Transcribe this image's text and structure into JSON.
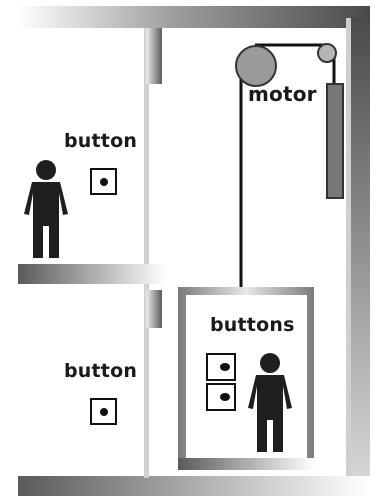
{
  "diagram": {
    "labels": {
      "motor": "motor",
      "floor_button_upper": "button",
      "floor_button_lower": "button",
      "car_buttons": "buttons"
    },
    "colors": {
      "wall_dark": "#4a4a4a",
      "wall_light": "#f2f2f2",
      "person": "#1f1f1f",
      "counterweight": "#777777",
      "pulley": "#9a9a9a",
      "cable": "#111111"
    },
    "icons": [
      "person-icon",
      "call-button-icon",
      "pulley-icon"
    ]
  }
}
